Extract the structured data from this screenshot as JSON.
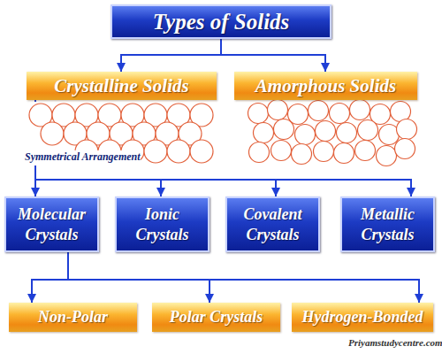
{
  "diagram": {
    "nodes": [
      {
        "text": [
          "Types of Solids"
        ]
      },
      {
        "text": [
          "Crystalline Solids"
        ]
      },
      {
        "text": [
          "Amorphous Solids"
        ]
      },
      {
        "text": [
          "Molecular Crystals"
        ]
      },
      {
        "text": [
          "Ionic Crystals"
        ]
      },
      {
        "text": [
          "Covalent Crystals"
        ]
      },
      {
        "text": [
          "Metallic Crystals"
        ]
      },
      {
        "text": [
          "Non-Polar"
        ]
      },
      {
        "text": [
          "Polar Crystals"
        ]
      },
      {
        "text": [
          "Hydrogen-Bonded"
        ]
      }
    ],
    "edges": [
      {
        "from": 0,
        "to": 1,
        "arrow": "to"
      },
      {
        "from": 0,
        "to": 2,
        "arrow": "to"
      },
      {
        "from": 1,
        "to": 3,
        "arrow": "to"
      },
      {
        "from": 1,
        "to": 4,
        "arrow": "to"
      },
      {
        "from": 1,
        "to": 5,
        "arrow": "to"
      },
      {
        "from": 1,
        "to": 6,
        "arrow": "to"
      },
      {
        "from": 3,
        "to": 7,
        "arrow": "to"
      },
      {
        "from": 3,
        "to": 8,
        "arrow": "to"
      },
      {
        "from": 3,
        "to": 9,
        "arrow": "to"
      }
    ],
    "labels": [
      "Symmetrical Arrangement",
      "Priyamstudycentre.com"
    ]
  }
}
